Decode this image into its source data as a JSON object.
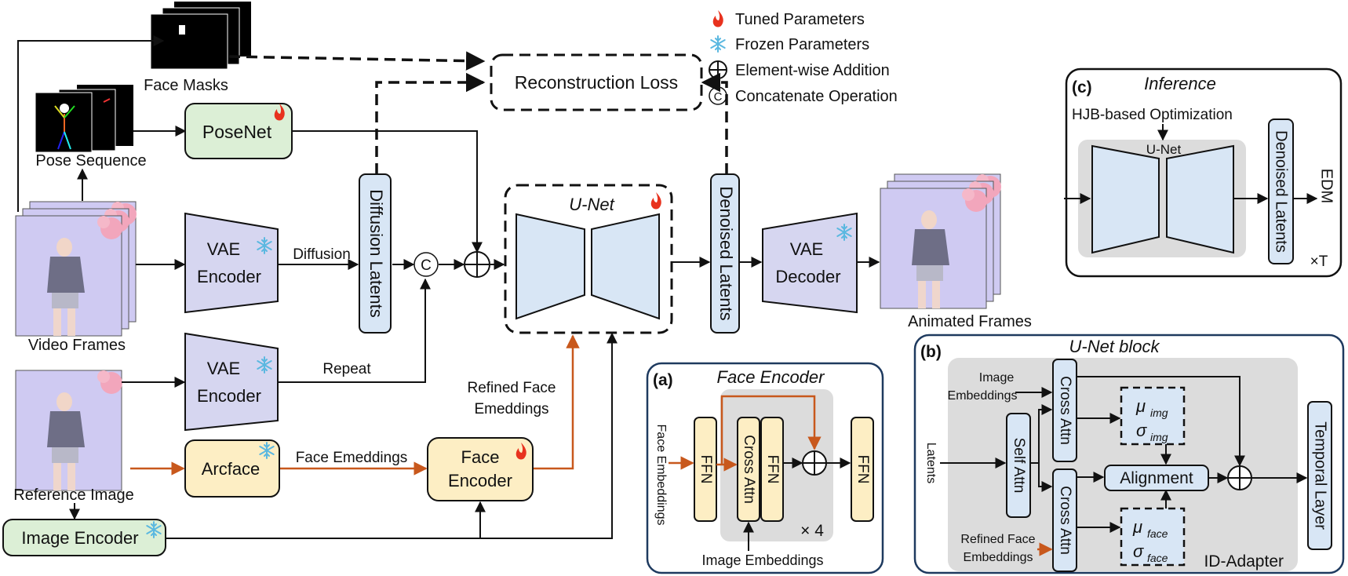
{
  "legend": {
    "tuned": "Tuned Parameters",
    "frozen": "Frozen Parameters",
    "add": "Element-wise Addition",
    "concat": "Concatenate Operation",
    "concat_symbol": "C"
  },
  "main": {
    "face_masks": "Face Masks",
    "pose_sequence": "Pose Sequence",
    "video_frames": "Video Frames",
    "reference_image": "Reference Image",
    "posenet": "PoseNet",
    "vae_encoder_line1": "VAE",
    "vae_encoder_line2": "Encoder",
    "diffusion": "Diffusion",
    "repeat": "Repeat",
    "diffusion_latents": "Diffusion Latents",
    "reconstruction_loss": "Reconstruction Loss",
    "unet": "U-Net",
    "denoised_latents": "Denoised Latents",
    "vae_decoder_line1": "VAE",
    "vae_decoder_line2": "Decoder",
    "animated_frames": "Animated Frames",
    "arcface": "Arcface",
    "face_emeddings": "Face Emeddings",
    "face_encoder_line1": "Face",
    "face_encoder_line2": "Encoder",
    "refined_line1": "Refined Face",
    "refined_line2": "Emeddings",
    "image_encoder": "Image Encoder"
  },
  "panel_c": {
    "tag": "(c)",
    "title": "Inference",
    "hjb": "HJB-based Optimization",
    "unet": "U-Net",
    "denoised": "Denoised Latents",
    "edm": "EDM",
    "times_t": "×T"
  },
  "panel_a": {
    "tag": "(a)",
    "title": "Face Encoder",
    "face_embeddings": "Face Embeddings",
    "ffn": "FFN",
    "cross_attn": "Cross Attn",
    "times_4": "× 4",
    "image_embeddings": "Image Embeddings"
  },
  "panel_b": {
    "tag": "(b)",
    "title": "U-Net block",
    "image_emb_line1": "Image",
    "image_emb_line2": "Embeddings",
    "latents": "Latents",
    "self_attn": "Self Attn",
    "cross_attn": "Cross Attn",
    "mu": "μ",
    "sigma": "σ",
    "img_sub": "img",
    "face_sub": "face",
    "alignment": "Alignment",
    "temporal_layer": "Temporal Layer",
    "refined_line1": "Refined Face",
    "refined_line2": "Embeddings",
    "id_adapter": "ID-Adapter"
  },
  "colors": {
    "green_fill": "#dcefd6",
    "vae_fill": "#d6d6f0",
    "unet_fill": "#d8e6f5",
    "yellow_fill": "#fdeec4",
    "orange_arrow": "#c8581c",
    "gray_bg": "#dcdcdc",
    "panel_border": "#1e3a5f",
    "flame": "#e8321e",
    "snow": "#5bb8e0"
  }
}
